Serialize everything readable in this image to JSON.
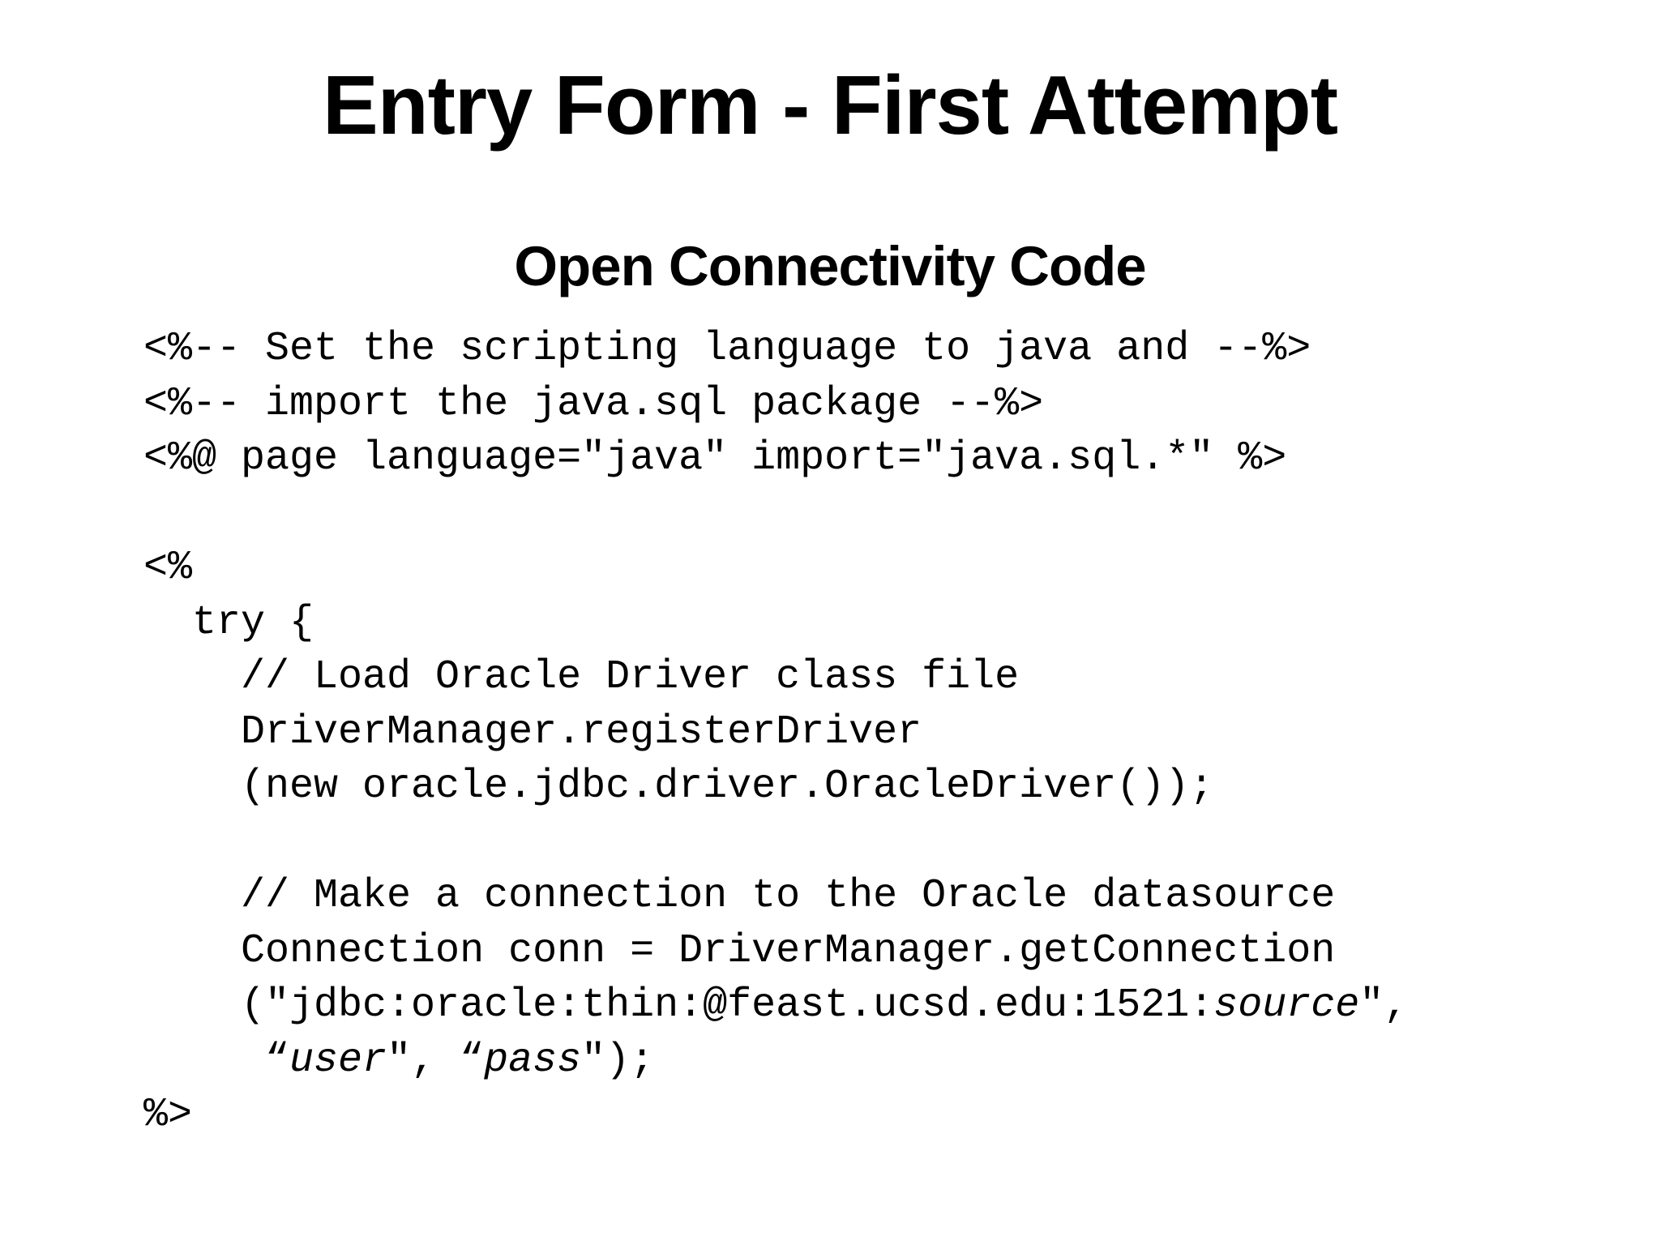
{
  "slide": {
    "title": "Entry Form - First Attempt",
    "subtitle": "Open Connectivity Code"
  },
  "code": {
    "language_hint": "jsp-java",
    "lines": [
      [
        {
          "t": "<%-- Set the scripting language to java and --%>"
        }
      ],
      [
        {
          "t": "<%-- import the java.sql package --%>"
        }
      ],
      [
        {
          "t": "<%@ page language=\"java\" import=\"java.sql.*\" %>"
        }
      ],
      [],
      [
        {
          "t": "<%"
        }
      ],
      [
        {
          "t": "  try {"
        }
      ],
      [
        {
          "t": "    // Load Oracle Driver class file"
        }
      ],
      [
        {
          "t": "    DriverManager.registerDriver"
        }
      ],
      [
        {
          "t": "    (new oracle.jdbc.driver.OracleDriver());"
        }
      ],
      [],
      [
        {
          "t": "    // Make a connection to the Oracle datasource"
        }
      ],
      [
        {
          "t": "    Connection conn = DriverManager.getConnection"
        }
      ],
      [
        {
          "t": "    (\"jdbc:oracle:thin:@feast.ucsd.edu:1521:"
        },
        {
          "t": "source",
          "i": true
        },
        {
          "t": "\","
        }
      ],
      [
        {
          "t": "     “"
        },
        {
          "t": "user",
          "i": true
        },
        {
          "t": "\", “"
        },
        {
          "t": "pass",
          "i": true
        },
        {
          "t": "\");"
        }
      ],
      [
        {
          "t": "%>"
        }
      ]
    ]
  }
}
